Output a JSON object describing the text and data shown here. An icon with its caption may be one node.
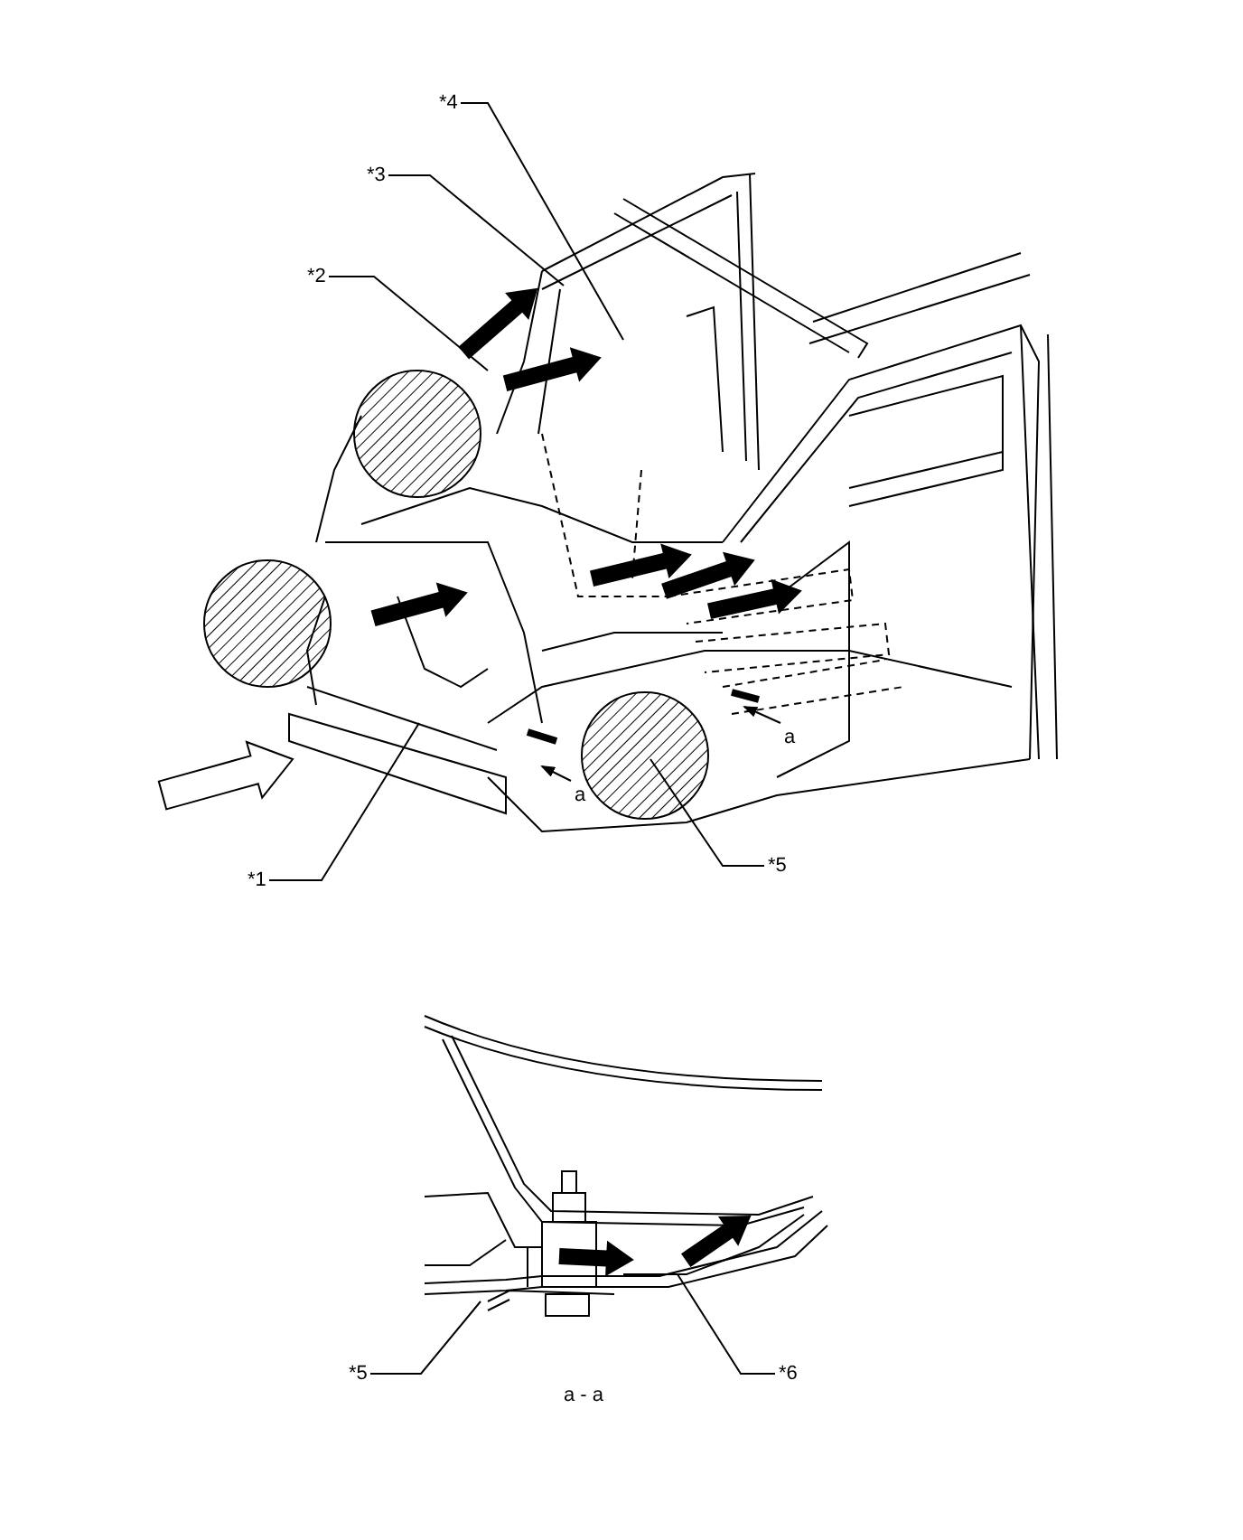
{
  "diagram": {
    "nodes": [
      {
        "text": [
          "*4"
        ]
      },
      {
        "text": [
          "*3"
        ]
      },
      {
        "text": [
          "*2"
        ]
      },
      {
        "text": [
          "*5"
        ]
      },
      {
        "text": [
          "*1"
        ]
      },
      {
        "text": [
          "*5"
        ]
      },
      {
        "text": [
          "*6"
        ]
      }
    ],
    "edges": [
      {
        "from": 0,
        "to": null,
        "arrow": "none"
      },
      {
        "from": 1,
        "to": null,
        "arrow": "none"
      },
      {
        "from": 2,
        "to": null,
        "arrow": "none"
      },
      {
        "from": 3,
        "to": null,
        "arrow": "none"
      },
      {
        "from": 4,
        "to": null,
        "arrow": "none"
      },
      {
        "from": 5,
        "to": null,
        "arrow": "none"
      },
      {
        "from": 6,
        "to": null,
        "arrow": "none"
      }
    ],
    "labels": [
      "a",
      "a",
      "a - a"
    ]
  }
}
